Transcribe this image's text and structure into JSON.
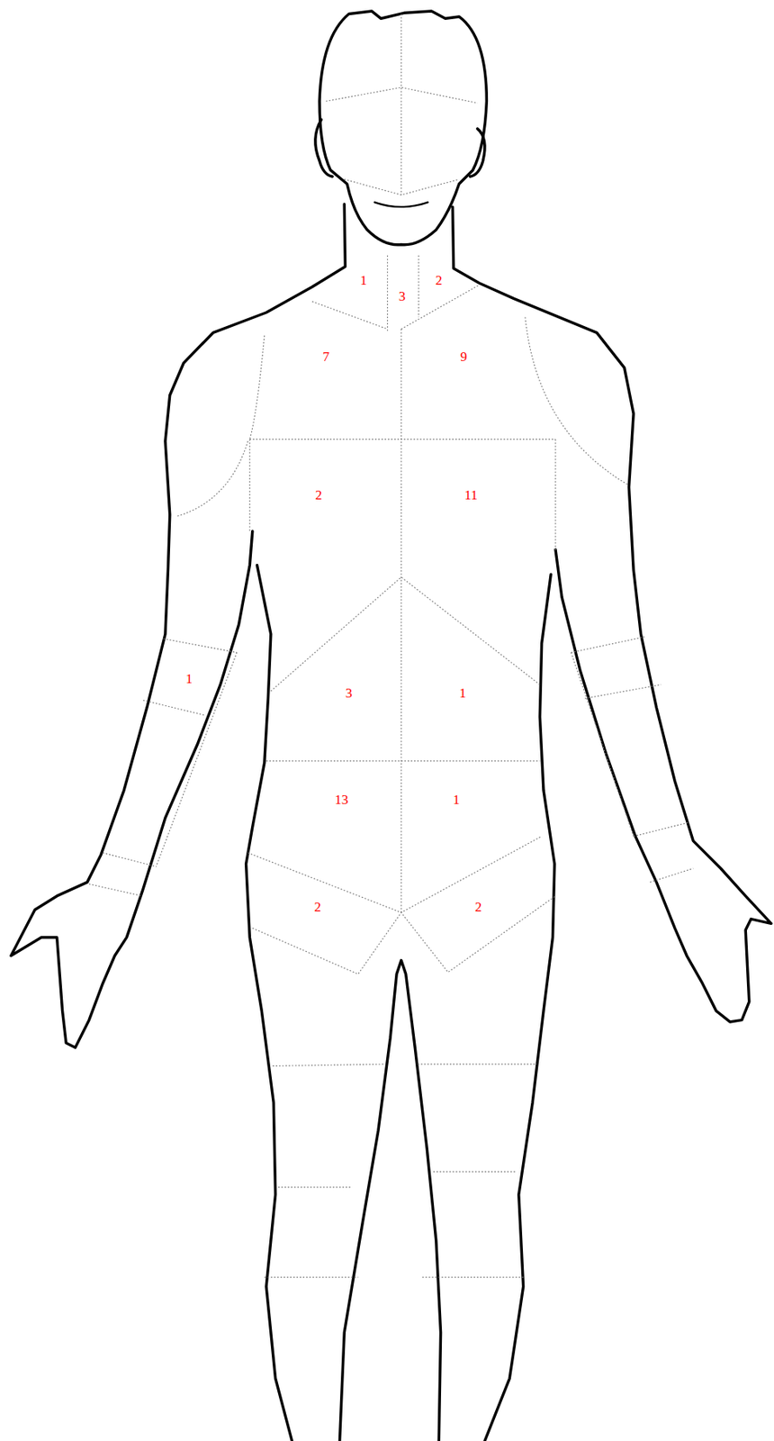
{
  "diagram": {
    "labels": [
      "1",
      "2",
      "3",
      "7",
      "9",
      "2",
      "11",
      "1",
      "3",
      "1",
      "13",
      "1",
      "2",
      "2"
    ]
  }
}
